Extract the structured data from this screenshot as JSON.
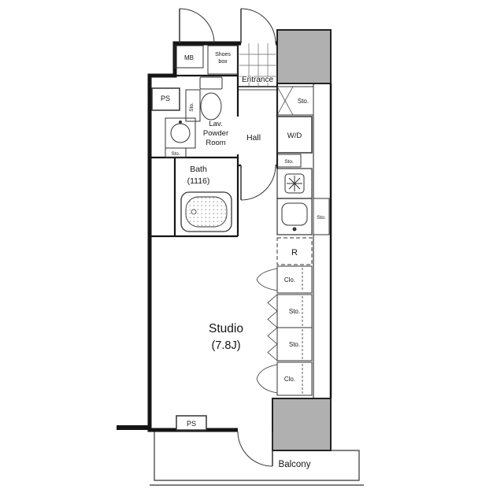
{
  "floorplan": {
    "title": "Studio (7.8J)",
    "labels": {
      "mb": "MB",
      "shoes_line1": "Shoes",
      "shoes_line2": "box",
      "entrance": "Entrance",
      "sto_entrance": "Sto.",
      "ps_top": "PS",
      "sto_vertical": "Sto.",
      "sto_basin": "Sto.",
      "lav_line1": "Lav.",
      "lav_line2": "Powder",
      "lav_line3": "Room",
      "hall": "Hall",
      "wd": "W/D",
      "sto_wd": "Sto.",
      "bath_line1": "Bath",
      "bath_line2": "(1116)",
      "sto_strip": "Sto.",
      "refrigerator": "R",
      "clo_upper": "Clo.",
      "sto_stack_top": "Sto.",
      "sto_stack_bottom": "Sto.",
      "clo_lower": "Clo.",
      "studio_line1": "Studio",
      "studio_line2": "(7.8J)",
      "ps_bottom": "PS",
      "balcony": "Balcony"
    },
    "colors": {
      "wall": "#151515",
      "fixture": "#333333",
      "column_fill": "#b0b0b0",
      "background": "#ffffff"
    }
  }
}
